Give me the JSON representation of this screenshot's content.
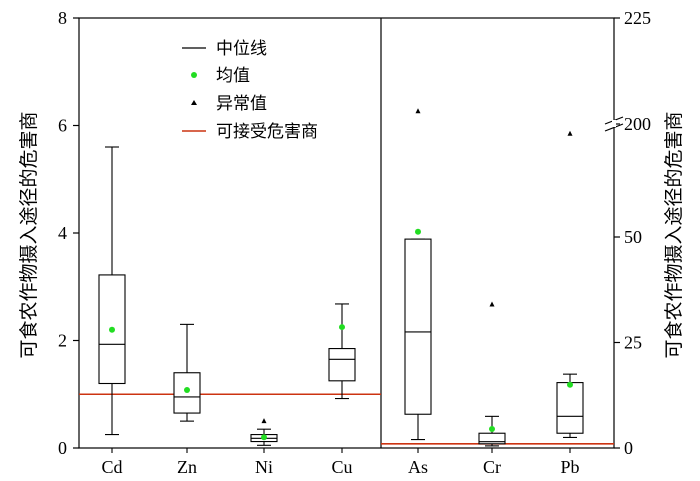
{
  "chart_data": {
    "type": "box",
    "ylabel_left": "可食农作物摄入途径的危害商",
    "ylabel_right": "可食农作物摄入途径的危害商",
    "left_panel": {
      "ylim": [
        0,
        8
      ],
      "yticks": [
        0,
        2,
        4,
        6,
        8
      ],
      "acceptable_hq": 1,
      "boxes": [
        {
          "label": "Cd",
          "min": 0.25,
          "q1": 1.2,
          "median": 1.93,
          "q3": 3.22,
          "max": 5.6,
          "mean": 2.2,
          "outliers": []
        },
        {
          "label": "Zn",
          "min": 0.5,
          "q1": 0.65,
          "median": 0.95,
          "q3": 1.4,
          "max": 2.3,
          "mean": 1.08,
          "outliers": []
        },
        {
          "label": "Ni",
          "min": 0.05,
          "q1": 0.12,
          "median": 0.18,
          "q3": 0.25,
          "max": 0.35,
          "mean": 0.2,
          "outliers": [
            0.5
          ]
        },
        {
          "label": "Cu",
          "min": 0.92,
          "q1": 1.25,
          "median": 1.65,
          "q3": 1.85,
          "max": 2.68,
          "mean": 2.25,
          "outliers": []
        }
      ]
    },
    "right_panel": {
      "yticks": [
        0,
        25,
        50,
        200,
        225
      ],
      "axis_break": "50-200",
      "acceptable_hq": 1,
      "boxes": [
        {
          "label": "As",
          "min": 2,
          "q1": 8,
          "median": 27.5,
          "q3": 49.5,
          "max": 49.5,
          "mean": 57,
          "outliers": [
            203
          ]
        },
        {
          "label": "Cr",
          "min": 0.5,
          "q1": 1,
          "median": 1.5,
          "q3": 3.5,
          "max": 7.5,
          "mean": 4.5,
          "outliers": [
            34
          ]
        },
        {
          "label": "Pb",
          "min": 2.5,
          "q1": 3.5,
          "median": 7.5,
          "q3": 15.5,
          "max": 17.5,
          "mean": 15,
          "outliers": [
            187
          ]
        }
      ]
    },
    "legend": {
      "position": "top-left",
      "items": [
        {
          "label": "中位线",
          "marker": "line",
          "color": "#000000"
        },
        {
          "label": "均值",
          "marker": "dot",
          "color": "#22dd22"
        },
        {
          "label": "异常值",
          "marker": "triangle",
          "color": "#000000"
        },
        {
          "label": "可接受危害商",
          "marker": "line",
          "color": "#cc3311"
        }
      ]
    },
    "colors": {
      "mean": "#22dd22",
      "threshold": "#cc3311",
      "box": "#000000"
    }
  }
}
